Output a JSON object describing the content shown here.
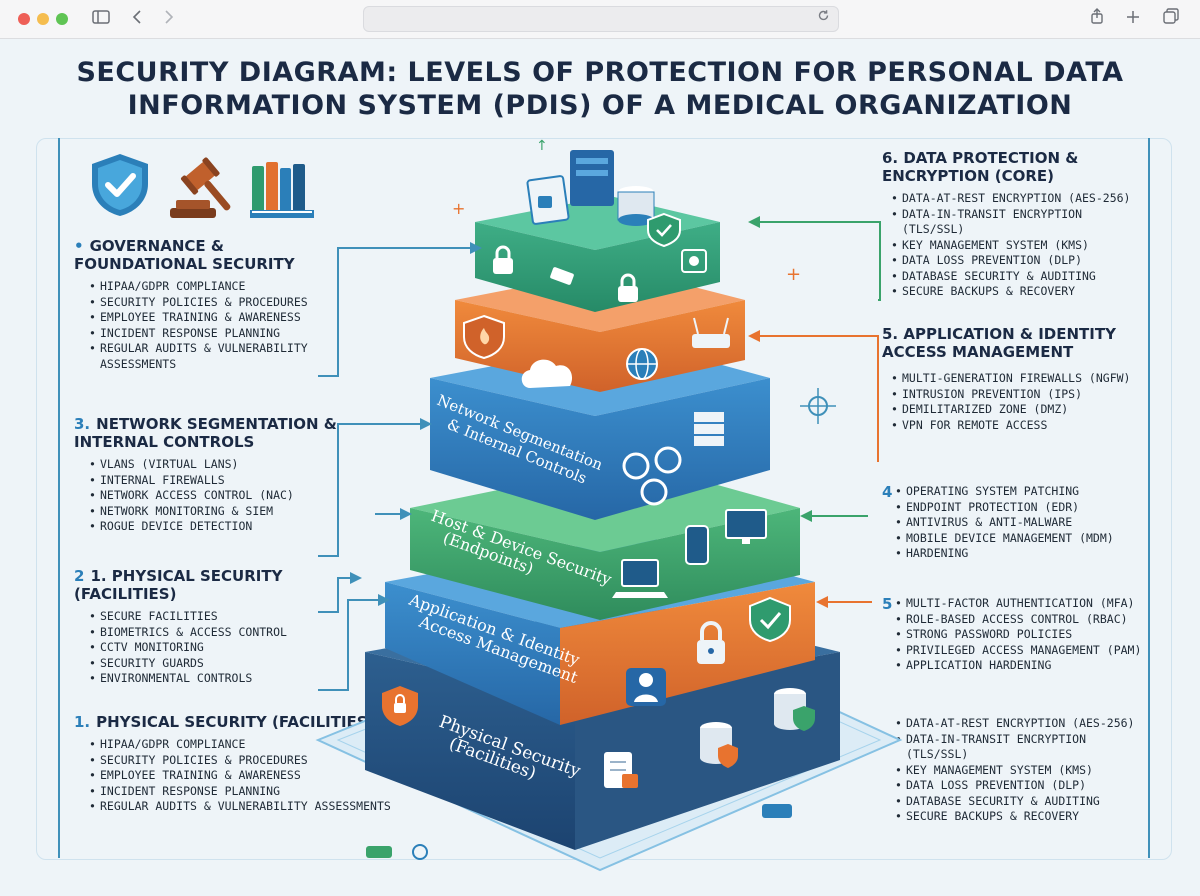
{
  "title_line1": "Security Diagram: Levels of Protection for Personal Data",
  "title_line2": "Information System (PDIS) of a Medical Organization",
  "left_panels": [
    {
      "marker": "•",
      "heading": "Governance & Foundational Security",
      "items": [
        "HIPAA/GDPR Compliance",
        "Security Policies & Procedures",
        "Employee Training & Awareness",
        "Incident Response Planning",
        "Regular Audits & Vulnerability Assessments"
      ]
    },
    {
      "marker": "3.",
      "heading": "Network Segmentation & Internal Controls",
      "items": [
        "VLANs (Virtual LANs)",
        "Internal Firewalls",
        "Network Access Control (NAC)",
        "Network Monitoring & SIEM",
        "Rogue Device Detection"
      ]
    },
    {
      "marker": "2",
      "heading": "1. Physical Security (Facilities)",
      "items": [
        "Secure Facilities",
        "Biometrics & Access Control",
        "CCTV Monitoring",
        "Security Guards",
        "Environmental Controls"
      ]
    },
    {
      "marker": "1.",
      "heading": "Physical Security (Facilities)",
      "items": [
        "HIPAA/GDPR Compliance",
        "Security Policies & Procedures",
        "Employee Training & Awareness",
        "Incident Response Planning",
        "Regular Audits & Vulnerability Assessments"
      ]
    }
  ],
  "right_panels": [
    {
      "marker": "",
      "heading": "6. Data Protection & Encryption (Core)",
      "items": [
        "Data-at-Rest Encryption (AES-256)",
        "Data-in-Transit Encryption (TLS/SSL)",
        "Key Management System (KMS)",
        "Data Loss Prevention (DLP)",
        "Database Security & Auditing",
        "Secure Backups & Recovery"
      ]
    },
    {
      "marker": "",
      "heading": "5. Application & Identity Access Management",
      "items": [
        "Multi-Generation Firewalls (NGFW)",
        "Intrusion Prevention (IPS)",
        "Demilitarized Zone (DMZ)",
        "VPN for Remote Access"
      ]
    },
    {
      "marker": "4",
      "heading": "",
      "items": [
        "Operating System Patching",
        "Endpoint Protection (EDR)",
        "Antivirus & Anti-Malware",
        "Mobile Device Management (MDM)",
        "Hardening"
      ]
    },
    {
      "marker": "5",
      "heading": "",
      "items": [
        "Multi-Factor Authentication (MFA)",
        "Role-Based Access Control (RBAC)",
        "Strong Password Policies",
        "Privileged Access Management (PAM)",
        "Application Hardening"
      ]
    },
    {
      "marker": "",
      "heading": "",
      "items": [
        "Data-at-Rest Encryption (AES-256)",
        "Data-in-Transit Encryption (TLS/SSL)",
        "Key Management System (KMS)",
        "Data Loss Prevention (DLP)",
        "Database Security & Auditing",
        "Secure Backups & Recovery"
      ]
    }
  ],
  "layers": [
    {
      "name": "top-data-core",
      "label": "",
      "color": "#2f9b6e"
    },
    {
      "name": "orange-perimeter",
      "label": "",
      "color": "#e2702f"
    },
    {
      "name": "blue-network",
      "label_line1": "Network Segmentation",
      "label_line2": "& Internal Controls",
      "color": "#2f7fc0"
    },
    {
      "name": "green-host",
      "label_line1": "Host & Device Security",
      "label_line2": "(Endpoints)",
      "color": "#3aa36b"
    },
    {
      "name": "blue-application",
      "label_line1": "Application & Identity",
      "label_line2": "Access Management",
      "color": "#2f7fc0"
    },
    {
      "name": "navy-physical",
      "label_line1": "Physical Security",
      "label_line2": "(Facilities)",
      "color": "#23517f"
    }
  ],
  "colors": {
    "frame": "#3f90b9",
    "navy": "#1b2a44",
    "accent_blue": "#2b7fb9",
    "accent_orange": "#e8732f",
    "accent_green": "#3aa36b"
  }
}
